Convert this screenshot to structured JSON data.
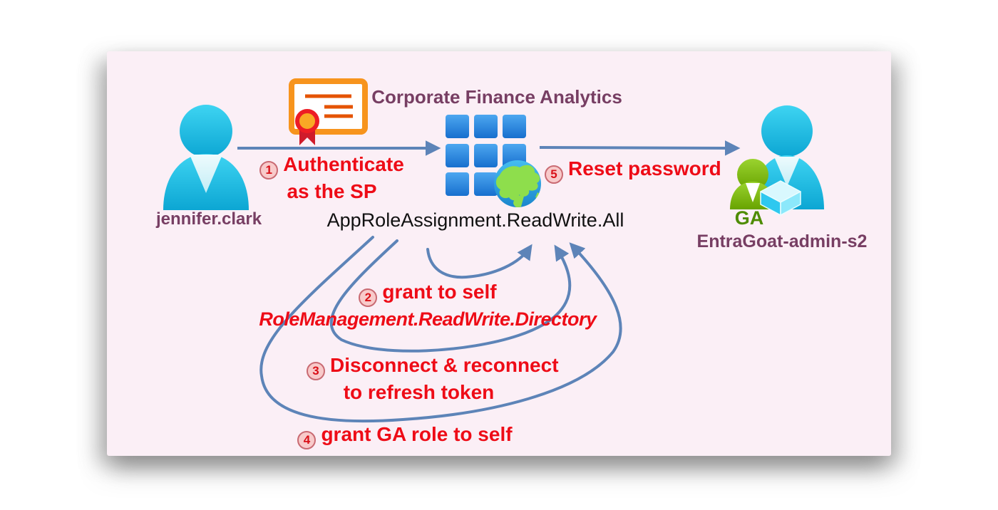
{
  "app": {
    "title": "Corporate Finance Analytics",
    "permission": "AppRoleAssignment.ReadWrite.All"
  },
  "user": {
    "name": "jennifer.clark"
  },
  "admin": {
    "role_badge": "GA",
    "name": "EntraGoat-admin-s2"
  },
  "steps": [
    {
      "num": "1",
      "text1": "Authenticate",
      "text2": "as the SP"
    },
    {
      "num": "2",
      "text1": "grant to self",
      "text2": "RoleManagement.ReadWrite.Directory"
    },
    {
      "num": "3",
      "text1": "Disconnect & reconnect",
      "text2": "to refresh token"
    },
    {
      "num": "4",
      "text1": "grant GA role to self"
    },
    {
      "num": "5",
      "text1": "Reset password"
    }
  ],
  "icons": {
    "user": "user-icon",
    "certificate": "certificate-icon",
    "app_grid": "app-grid-icon",
    "globe": "globe-icon",
    "admin_user": "admin-user-icon",
    "admin_small_user": "small-green-user-icon",
    "cube": "cube-icon"
  },
  "colors": {
    "panel_bg": "#fbeff6",
    "arrow_blue": "#5d84b8",
    "step_red": "#ee0c17",
    "label_purple": "#773e63",
    "ga_green": "#4e8c00",
    "cert_orange": "#f7941d",
    "person_cyan": "#17bede",
    "app_blue": "#2b8ade"
  }
}
